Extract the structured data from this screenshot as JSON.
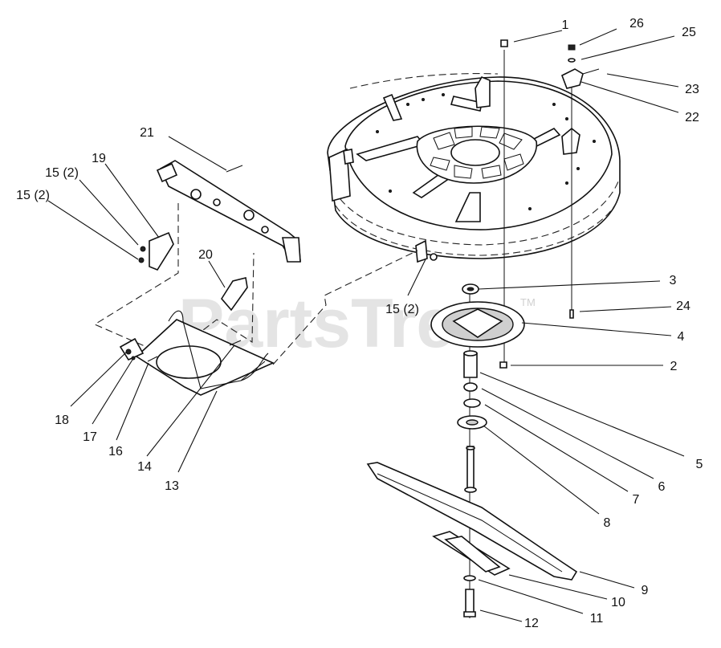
{
  "watermark": {
    "text": "PartsTree",
    "tm": "TM"
  },
  "callouts": [
    {
      "id": "c1",
      "label": "1"
    },
    {
      "id": "c26",
      "label": "26"
    },
    {
      "id": "c25",
      "label": "25"
    },
    {
      "id": "c23",
      "label": "23"
    },
    {
      "id": "c22",
      "label": "22"
    },
    {
      "id": "c21",
      "label": "21"
    },
    {
      "id": "c19",
      "label": "19"
    },
    {
      "id": "c15a",
      "label": "15 (2)"
    },
    {
      "id": "c15b",
      "label": "15 (2)"
    },
    {
      "id": "c20",
      "label": "20"
    },
    {
      "id": "c15c",
      "label": "15 (2)"
    },
    {
      "id": "c3",
      "label": "3"
    },
    {
      "id": "c24",
      "label": "24"
    },
    {
      "id": "c4",
      "label": "4"
    },
    {
      "id": "c2",
      "label": "2"
    },
    {
      "id": "c5",
      "label": "5"
    },
    {
      "id": "c6",
      "label": "6"
    },
    {
      "id": "c7",
      "label": "7"
    },
    {
      "id": "c8",
      "label": "8"
    },
    {
      "id": "c9",
      "label": "9"
    },
    {
      "id": "c10",
      "label": "10"
    },
    {
      "id": "c11",
      "label": "11"
    },
    {
      "id": "c12",
      "label": "12"
    },
    {
      "id": "c18",
      "label": "18"
    },
    {
      "id": "c17",
      "label": "17"
    },
    {
      "id": "c16",
      "label": "16"
    },
    {
      "id": "c14",
      "label": "14"
    },
    {
      "id": "c13",
      "label": "13"
    }
  ]
}
